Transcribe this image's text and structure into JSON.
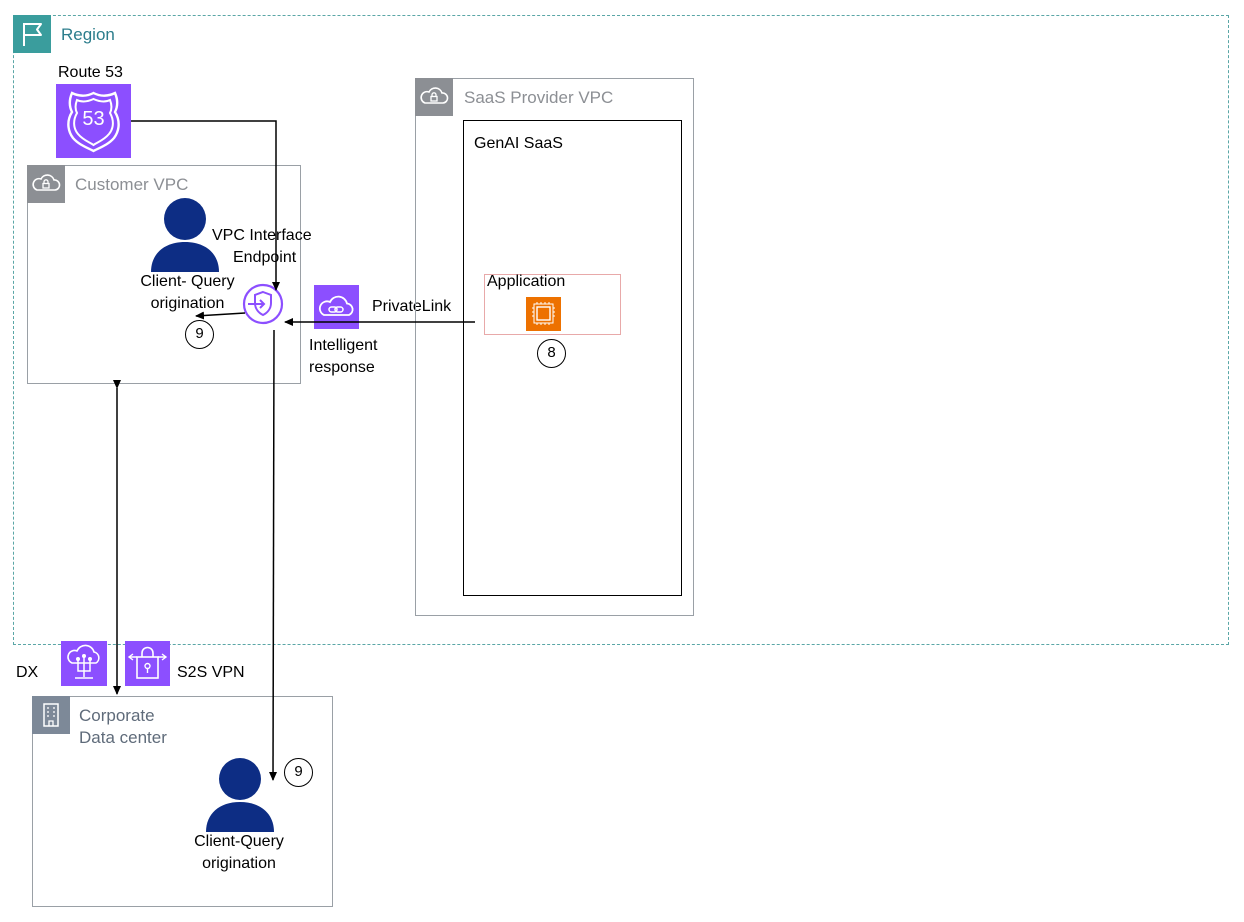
{
  "region": {
    "label": "Region"
  },
  "route53": {
    "label": "Route 53",
    "badge": "53"
  },
  "customer_vpc": {
    "label": "Customer VPC"
  },
  "saas_vpc": {
    "label": "SaaS Provider VPC"
  },
  "genai": {
    "label": "GenAI SaaS"
  },
  "application": {
    "label": "Application"
  },
  "endpoint": {
    "line1": "VPC Interface",
    "line2": "Endpoint"
  },
  "client_top": {
    "line1": "Client- Query",
    "line2": "origination"
  },
  "client_bottom": {
    "line1": "Client-Query",
    "line2": "origination"
  },
  "privatelink": {
    "label": "PrivateLink"
  },
  "intelligent": {
    "line1": "Intelligent",
    "line2": "response"
  },
  "dx": {
    "label": "DX"
  },
  "s2s": {
    "label": "S2S VPN"
  },
  "corporate": {
    "line1": "Corporate",
    "line2": "Data center"
  },
  "steps": {
    "eight": "8",
    "nine_top": "9",
    "nine_bottom": "9"
  },
  "colors": {
    "aws_purple": "#8c4fff",
    "compute_orange": "#ed7100",
    "region_teal": "#3a9d9d",
    "user_navy": "#0d2d84"
  },
  "icons": [
    "flag-icon",
    "route53-icon",
    "cloud-lock-icon",
    "user-icon",
    "endpoint-icon",
    "privatelink-icon",
    "ec2-icon",
    "direct-connect-icon",
    "vpn-icon",
    "building-icon"
  ]
}
